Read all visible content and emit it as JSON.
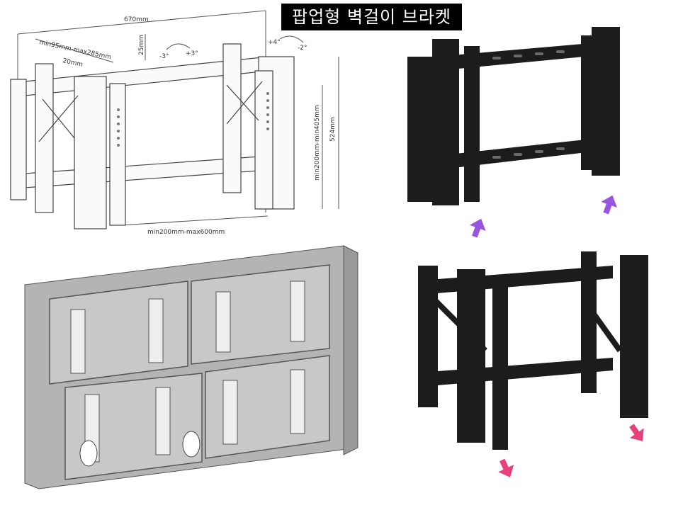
{
  "title": "팝업형 벽걸이 브라켓",
  "diagram": {
    "width_label": "670mm",
    "depth_range_label": "min95mm-max285mm",
    "popout_label": "20mm",
    "vertical_adjust_label": "25mm",
    "tilt_left_label": "-3°",
    "tilt_right_label": "+3°",
    "tilt_up_label": "+4°",
    "tilt_down_label": "-2°",
    "vesa_horizontal_label": "min200mm-max600mm",
    "vesa_vertical_label": "min200mm-min405mm",
    "height_label": "524mm"
  },
  "colors": {
    "arrow_up": "#9a55e0",
    "arrow_down": "#e8407a",
    "bracket": "#1c1c1c",
    "wall": "#b4b4b4"
  }
}
